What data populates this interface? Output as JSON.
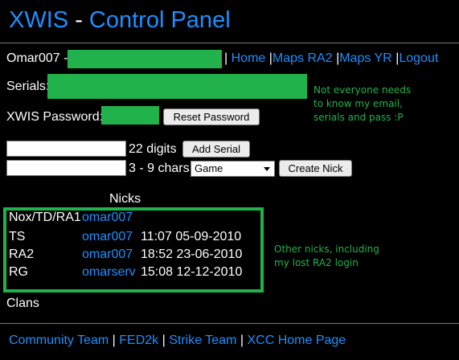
{
  "title": {
    "part1": "XWIS",
    "separator": "-",
    "part2": "Control Panel"
  },
  "user_bar": {
    "username": "Omar007",
    "dash": "-",
    "links": [
      {
        "label": "Home"
      },
      {
        "label": "Maps RA2"
      },
      {
        "label": "Maps YR"
      },
      {
        "label": "Logout"
      }
    ],
    "link_separator": "|"
  },
  "serials": {
    "label": "Serials:"
  },
  "password": {
    "label": "XWIS Password:",
    "reset_button": "Reset Password"
  },
  "add_serial": {
    "hint": "22 digits",
    "button": "Add Serial",
    "value": ""
  },
  "create_nick": {
    "hint": "3 - 9 chars",
    "game_select": "Game",
    "button": "Create Nick",
    "value": ""
  },
  "annotations": {
    "privacy_note": [
      "Not everyone needs",
      "to know my email,",
      "serials and pass :P"
    ],
    "nicks_note": [
      "Other nicks, including",
      "my lost RA2 login"
    ],
    "highlight_color": "#22b24c"
  },
  "nicks": {
    "heading": "Nicks",
    "rows": [
      {
        "game": "Nox/TD/RA1",
        "nick": "omar007",
        "time": "",
        "date": ""
      },
      {
        "game": "TS",
        "nick": "omar007",
        "time": "11:07",
        "date": "05-09-2010"
      },
      {
        "game": "RA2",
        "nick": "omar007",
        "time": "18:52",
        "date": "23-06-2010"
      },
      {
        "game": "RG",
        "nick": "omarserv",
        "time": "15:08",
        "date": "12-12-2010"
      }
    ]
  },
  "clans": {
    "heading": "Clans"
  },
  "footer": {
    "links": [
      {
        "label": "Community Team"
      },
      {
        "label": "FED2k"
      },
      {
        "label": "Strike Team"
      },
      {
        "label": "XCC Home Page"
      }
    ],
    "separator": "|"
  },
  "colors": {
    "link": "#1e8fff",
    "background": "#000000",
    "text": "#ffffff"
  }
}
